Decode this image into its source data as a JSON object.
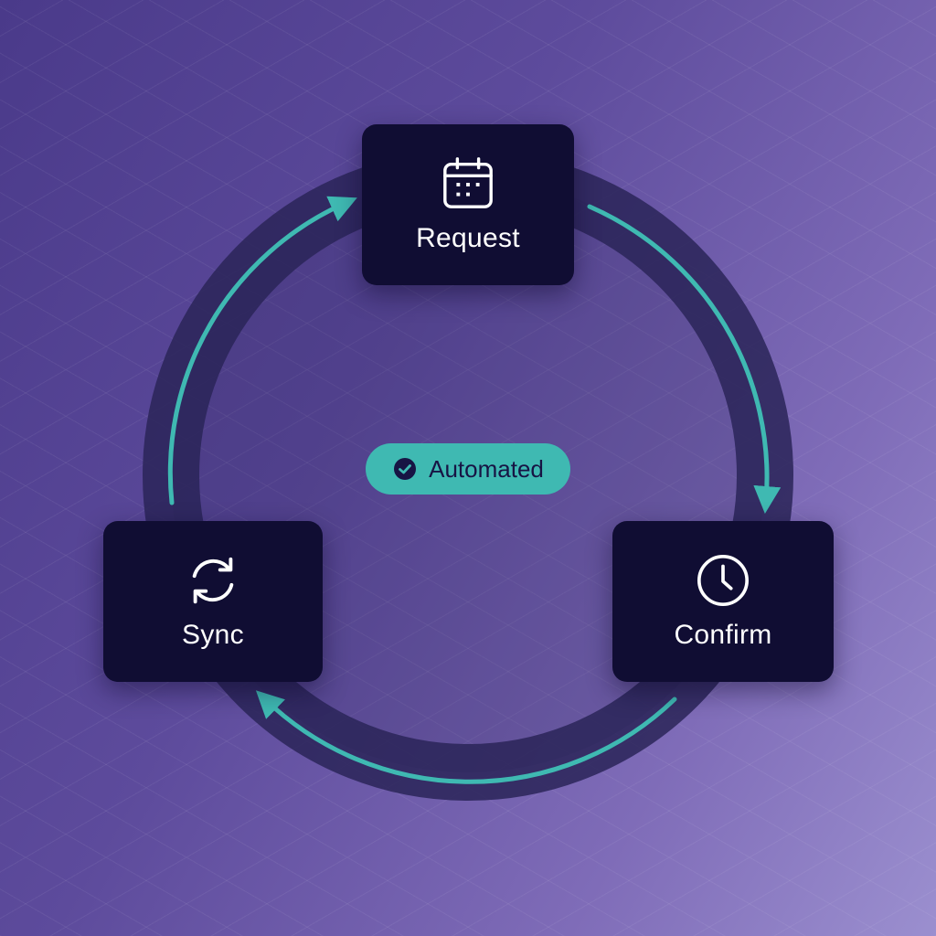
{
  "diagram": {
    "type": "cycle",
    "steps": [
      {
        "id": "request",
        "label": "Request",
        "icon": "calendar-icon"
      },
      {
        "id": "confirm",
        "label": "Confirm",
        "icon": "clock-icon"
      },
      {
        "id": "sync",
        "label": "Sync",
        "icon": "sync-icon"
      }
    ],
    "flow": [
      "Request",
      "Confirm",
      "Sync",
      "Request"
    ],
    "center_badge": {
      "label": "Automated",
      "icon": "check-circle-icon"
    }
  },
  "colors": {
    "background_start": "#4a3a8a",
    "background_end": "#9b8fcf",
    "ring": "#2a2458",
    "node_fill": "#100d33",
    "arrow": "#3fb9b2",
    "badge_fill": "#3fb9b2",
    "badge_text": "#171444",
    "node_text": "#ffffff"
  }
}
